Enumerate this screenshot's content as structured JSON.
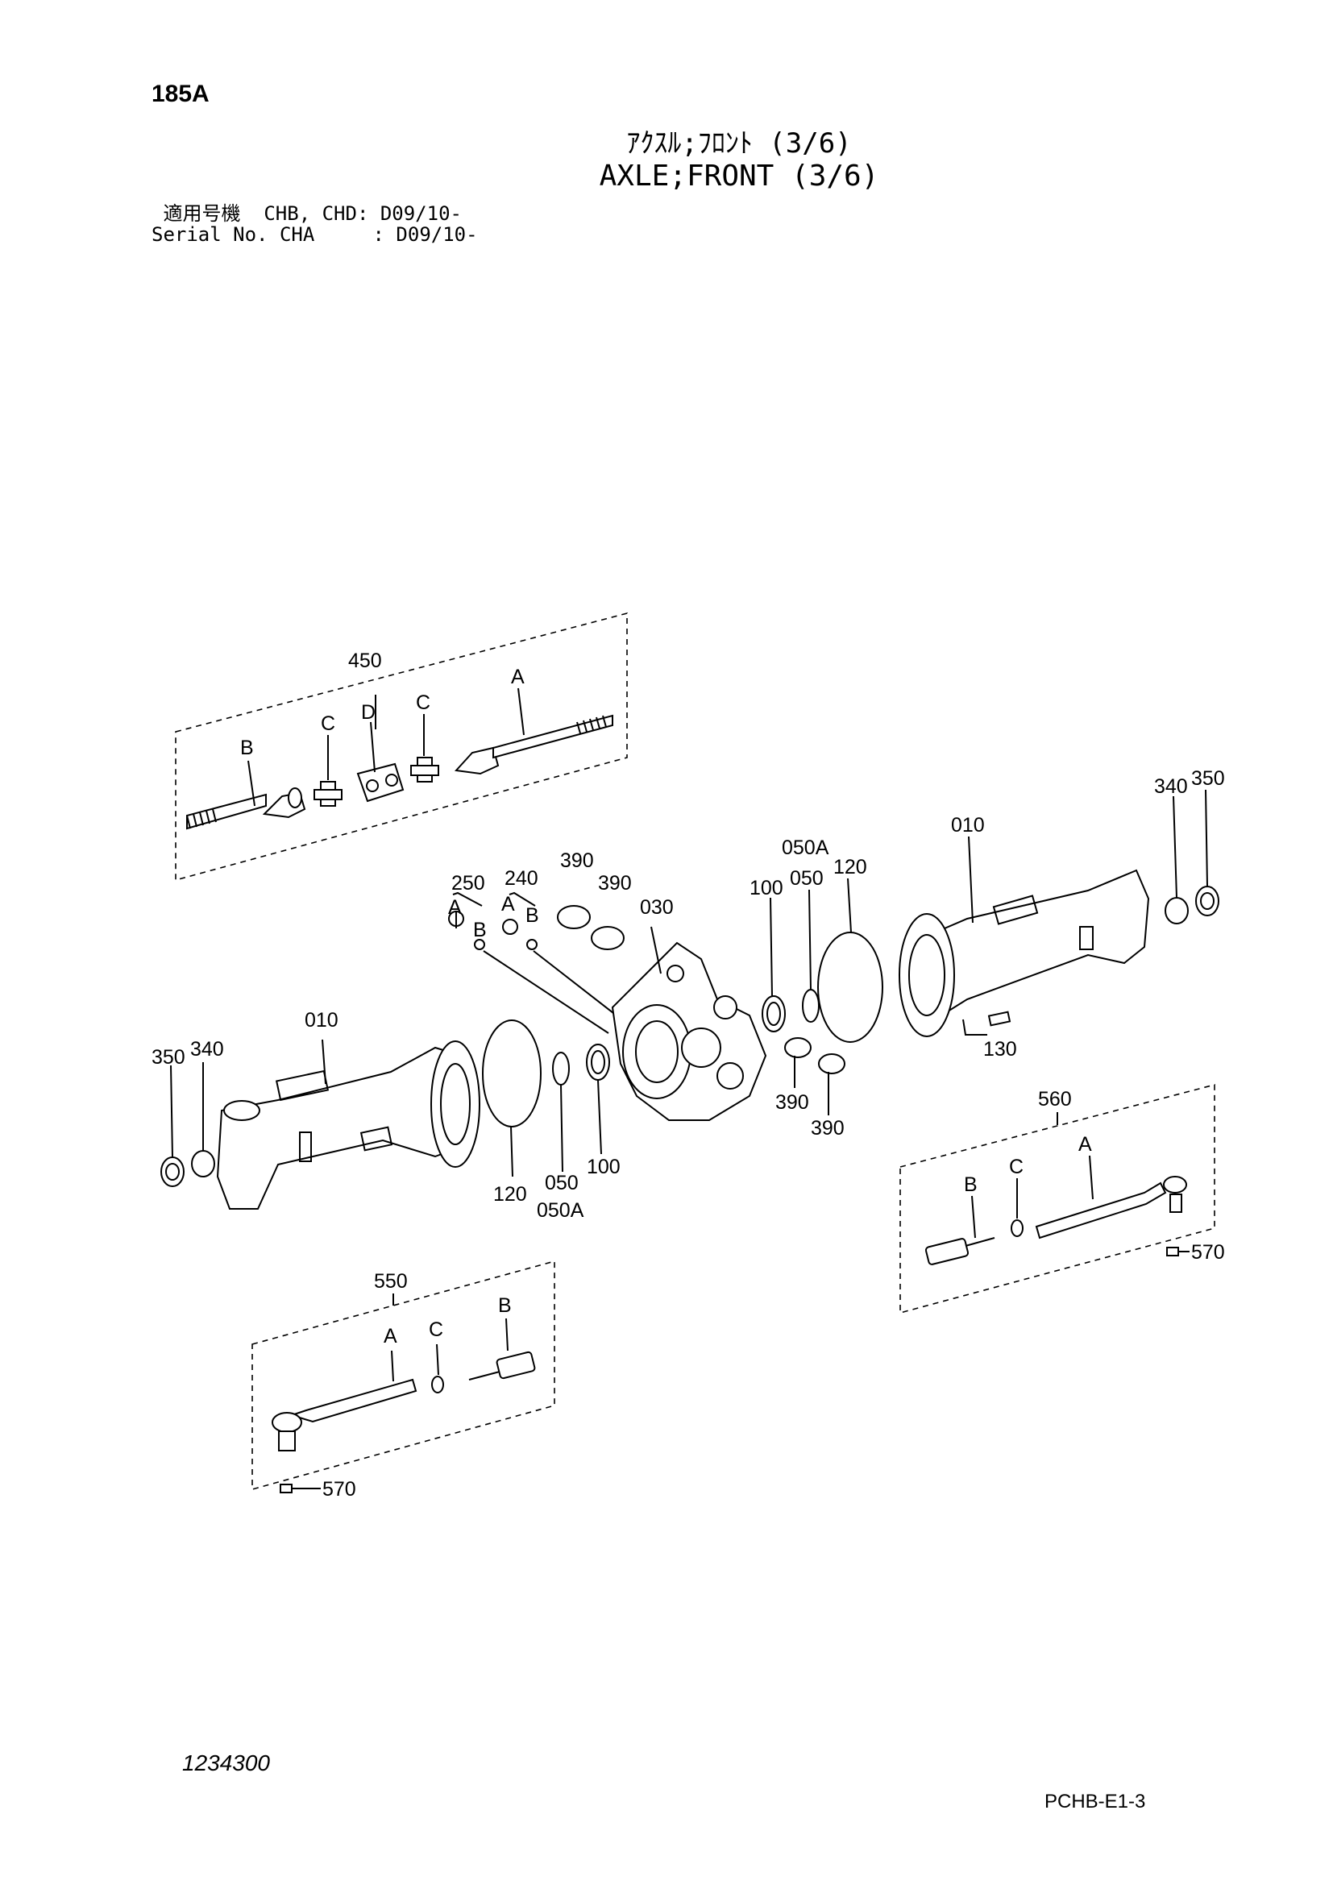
{
  "header": {
    "page_code": "185A",
    "title_jp": "ｱｸｽﾙ;ﾌﾛﾝﾄ (3/6)",
    "title_en": "AXLE;FRONT (3/6)",
    "serial_line_1": " 適用号機  CHB, CHD: D09/10-",
    "serial_line_2": "Serial No. CHA     : D09/10-"
  },
  "labels": {
    "g450": "450",
    "g450_a": "A",
    "g450_b": "B",
    "g450_c1": "C",
    "g450_d": "D",
    "g450_c2": "C",
    "p250": "250",
    "p250_a": "A",
    "p250_b": "B",
    "p240": "240",
    "p240_a": "A",
    "p240_b": "B",
    "p390_1": "390",
    "p390_2": "390",
    "p030": "030",
    "p100_r": "100",
    "p050a_r": "050A",
    "p050_r": "050",
    "p120_r": "120",
    "p010_r": "010",
    "p340_r": "340",
    "p350_r": "350",
    "p130": "130",
    "p390_3": "390",
    "p390_4": "390",
    "p010_l": "010",
    "p350_l": "350",
    "p340_l": "340",
    "p120_l": "120",
    "p050_l": "050",
    "p050a_l": "050A",
    "p100_l": "100",
    "g560": "560",
    "g560_a": "A",
    "g560_b": "B",
    "g560_c": "C",
    "p570_r": "570",
    "g550": "550",
    "g550_a": "A",
    "g550_b": "B",
    "g550_c": "C",
    "p570_l": "570"
  },
  "footer": {
    "drawing_no": "1234300",
    "doc_ref": "PCHB-E1-3"
  }
}
